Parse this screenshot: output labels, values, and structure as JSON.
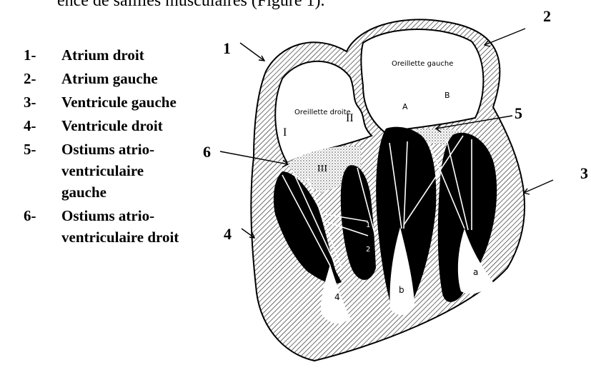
{
  "top_text": "ence de saillies musculaires (Figure 1).",
  "legend": [
    {
      "num": "1-",
      "label": "Atrium droit"
    },
    {
      "num": "2-",
      "label": "Atrium gauche"
    },
    {
      "num": "3-",
      "label": "Ventricule gauche"
    },
    {
      "num": "4-",
      "label": "Ventricule droit"
    },
    {
      "num": "5-",
      "label": "Ostiums atrio-ventriculaire gauche"
    },
    {
      "num": "6-",
      "label": "Ostiums atrio-ventriculaire droit"
    }
  ],
  "diagram": {
    "label_oreillette_droite": "Oreillette droite",
    "label_oreillette_gauche": "Oreillette gauche",
    "label_I": "I",
    "label_II": "II",
    "label_III": "III",
    "label_A": "A",
    "label_B": "B",
    "label_1": "1",
    "label_2": "2",
    "label_4": "4",
    "label_b": "b",
    "label_a": "a"
  },
  "callouts": {
    "n1": "1",
    "n2": "2",
    "n3": "3",
    "n4": "4",
    "n5": "5",
    "n6": "6"
  }
}
